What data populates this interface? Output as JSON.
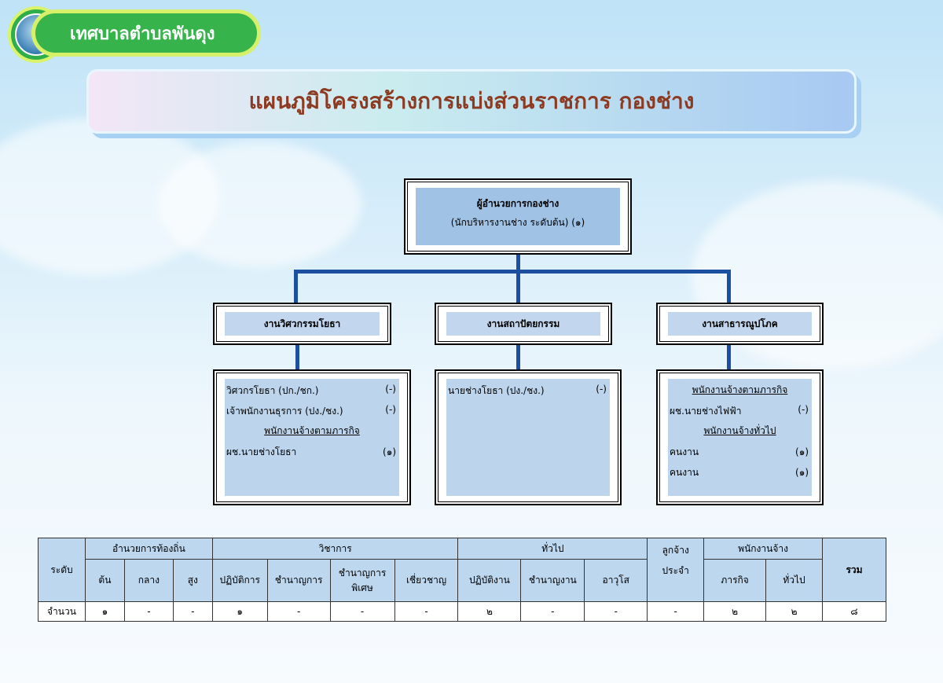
{
  "header": {
    "org_name": "เทศบาลตำบลพันดุง",
    "title": "แผนภูมิโครงสร้างการแบ่งส่วนราชการ กองช่าง"
  },
  "org": {
    "head": {
      "title": "ผู้อำนวยการกองช่าง",
      "subtitle": "(นักบริหารงานช่าง  ระดับต้น)  (๑)"
    },
    "units": [
      {
        "name": "งานวิศวกรรมโยธา",
        "items": [
          {
            "type": "row",
            "label": "วิศวกรโยธา  (ปก./ชก.)",
            "count": "(-)"
          },
          {
            "type": "row",
            "label": "เจ้าพนักงานธุรการ  (ปง./ชง.)",
            "count": "(-)"
          },
          {
            "type": "heading",
            "label": "พนักงานจ้างตามภารกิจ"
          },
          {
            "type": "row",
            "label": "ผช.นายช่างโยธา",
            "count": "(๑)"
          }
        ]
      },
      {
        "name": "งานสถาปัตยกรรม",
        "items": [
          {
            "type": "row",
            "label": "นายช่างโยธา  (ปง./ชง.)",
            "count": "(-)"
          }
        ]
      },
      {
        "name": "งานสาธารณูปโภค",
        "items": [
          {
            "type": "heading",
            "label": "พนักงานจ้างตามภารกิจ"
          },
          {
            "type": "row",
            "label": "ผช.นายช่างไฟฟ้า",
            "count": "(-)"
          },
          {
            "type": "heading",
            "label": "พนักงานจ้างทั่วไป"
          },
          {
            "type": "row",
            "label": "คนงาน",
            "count": "(๑)"
          },
          {
            "type": "row",
            "label": "คนงาน",
            "count": "(๑)"
          }
        ]
      }
    ]
  },
  "table": {
    "level": "ระดับ",
    "groups": [
      "อำนวยการท้องถิ่น",
      "วิชาการ",
      "ทั่วไป",
      "พนักงานจ้าง"
    ],
    "permanent": [
      "ลูกจ้าง",
      "ประจำ"
    ],
    "total": "รวม",
    "subs": [
      "ต้น",
      "กลาง",
      "สูง",
      "ปฏิบัติการ",
      "ชำนาญการ",
      "ชำนาญการพิเศษ",
      "เชี่ยวชาญ",
      "ปฏิบัติงาน",
      "ชำนาญงาน",
      "อาวุโส",
      "ภารกิจ",
      "ทั่วไป"
    ],
    "row_label": "จำนวน",
    "values": [
      "๑",
      "-",
      "-",
      "๑",
      "-",
      "-",
      "-",
      "๒",
      "-",
      "-",
      "-",
      "๒",
      "๒",
      "๘"
    ]
  }
}
